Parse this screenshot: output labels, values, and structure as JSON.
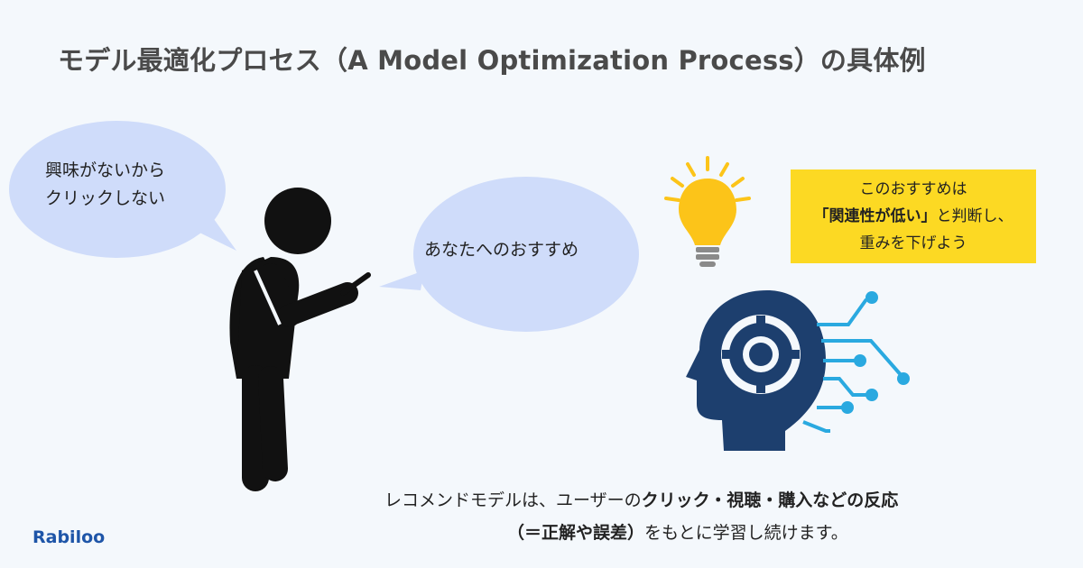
{
  "title": "モデル最適化プロセス（A Model Optimization Process）の具体例",
  "bubbles": {
    "user_thought_line1": "興味がないから",
    "user_thought_line2": "クリックしない",
    "recommendation": "あなたへのおすすめ"
  },
  "note": {
    "line1": "このおすすめは",
    "line2_bold": "「関連性が低い」",
    "line2_rest": "と判断し、",
    "line3": "重みを下げよう"
  },
  "caption": {
    "line1_plain": "レコメンドモデルは、ユーザーの",
    "line1_bold": "クリック・視聴・購入などの反応",
    "line2_bold": "（＝正解や誤差）",
    "line2_plain": "をもとに学習し続けます。"
  },
  "brand": "Rabiloo",
  "colors": {
    "bubble": "#cfdcfa",
    "note_bg": "#fcd923",
    "ai_head": "#1d3f6e",
    "circuit": "#2aa9e0",
    "bulb": "#fcc419",
    "brand": "#1e55a8"
  },
  "icons": [
    "person-using-phone-icon",
    "lightbulb-icon",
    "ai-head-gear-icon"
  ]
}
